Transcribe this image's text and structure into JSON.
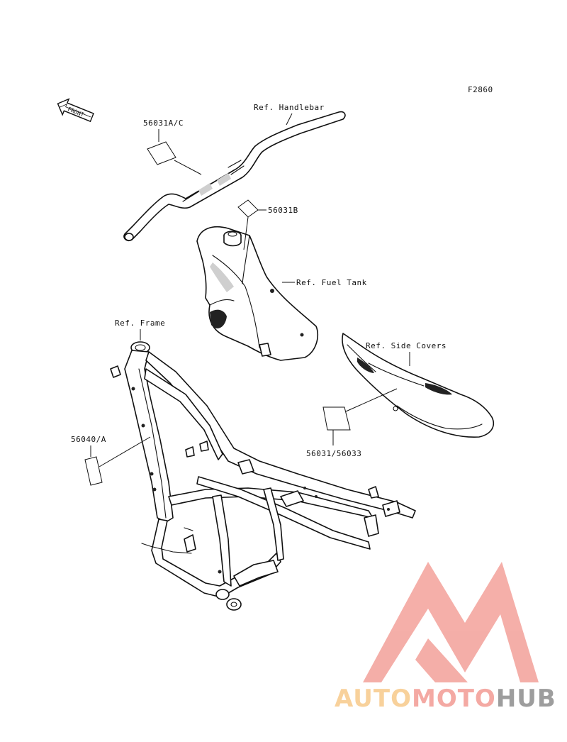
{
  "figure_code": "F2860",
  "front_marker": "FRONT",
  "labels": {
    "handlebar_ref": "Ref. Handlebar",
    "decal_56031ac": "56031A/C",
    "decal_56031b": "56031B",
    "fuel_tank_ref": "Ref. Fuel Tank",
    "frame_ref": "Ref. Frame",
    "side_covers_ref": "Ref. Side Covers",
    "decal_56040a": "56040/A",
    "decal_56031_56033": "56031/56033"
  },
  "watermark": {
    "part1": "AUTO",
    "part2": "MOTO",
    "part3": "HUB",
    "colors": {
      "auto": "#f7c98a",
      "moto": "#f39b93",
      "hub": "#8c8c8c",
      "logo": "#f3a19a"
    }
  }
}
